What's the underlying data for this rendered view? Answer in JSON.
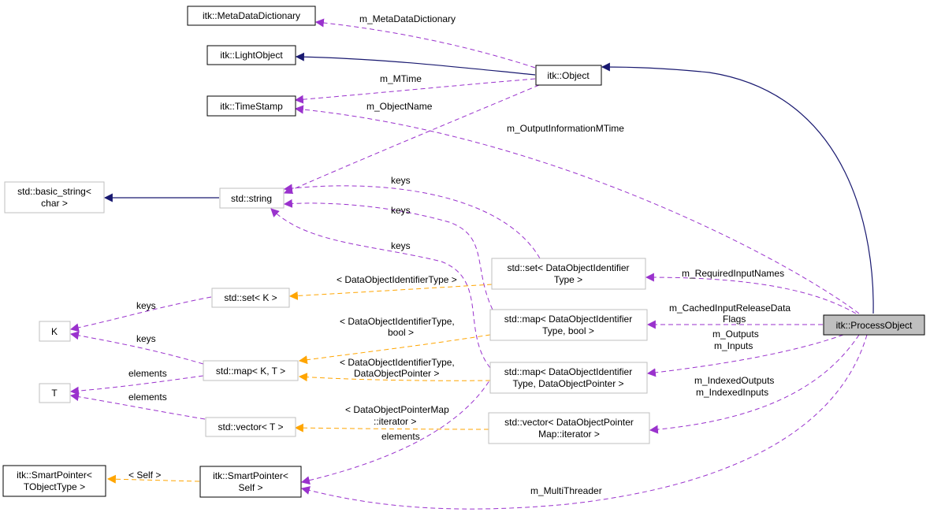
{
  "nodes": {
    "metadatadictionary": "itk::MetaDataDictionary",
    "lightobject": "itk::LightObject",
    "object": "itk::Object",
    "timestamp": "itk::TimeStamp",
    "basic_string_1": "std::basic_string<",
    "basic_string_2": "char >",
    "string": "std::string",
    "set_dataobjectid_1": "std::set< DataObjectIdentifier",
    "set_dataobjectid_2": "Type >",
    "set_k": "std::set< K >",
    "k": "K",
    "map_bool_1": "std::map< DataObjectIdentifier",
    "map_bool_2": "Type, bool >",
    "processobject": "itk::ProcessObject",
    "map_k_t": "std::map< K, T >",
    "t": "T",
    "map_ptr_1": "std::map< DataObjectIdentifier",
    "map_ptr_2": "Type, DataObjectPointer >",
    "vector_t": "std::vector< T >",
    "vector_iter_1": "std::vector< DataObjectPointer",
    "vector_iter_2": "Map::iterator >",
    "smartpointer_tobj_1": "itk::SmartPointer<",
    "smartpointer_tobj_2": "TObjectType >",
    "smartpointer_self_1": "itk::SmartPointer<",
    "smartpointer_self_2": "Self >"
  },
  "labels": {
    "m_metadatadictionary": "m_MetaDataDictionary",
    "m_mtime": "m_MTime",
    "m_objectname": "m_ObjectName",
    "m_outputinformationmtime": "m_OutputInformationMTime",
    "keys_1": "keys",
    "keys_2": "keys",
    "keys_3": "keys",
    "tmpl_set": "< DataObjectIdentifierType >",
    "m_requiredinputnames": "m_RequiredInputNames",
    "keys_k_set": "keys",
    "m_cached_1": "m_CachedInputReleaseData",
    "m_cached_2": "Flags",
    "tmpl_map_bool_1": "< DataObjectIdentifierType,",
    "tmpl_map_bool_2": "bool >",
    "keys_k_map": "keys",
    "m_outputs": "m_Outputs",
    "m_inputs": "m_Inputs",
    "tmpl_map_ptr_1": "< DataObjectIdentifierType,",
    "tmpl_map_ptr_2": "DataObjectPointer >",
    "elements_map": "elements",
    "m_indexedoutputs": "m_IndexedOutputs",
    "m_indexedinputs": "m_IndexedInputs",
    "elements_vector": "elements",
    "tmpl_vector_1": "< DataObjectPointerMap",
    "tmpl_vector_2": "::iterator >",
    "elements_self": "elements",
    "tmpl_self": "< Self >",
    "m_multithreader": "m_MultiThreader"
  },
  "colors": {
    "inheritance": "#191970",
    "usage": "#9a32cd",
    "template": "#ffa500",
    "focus_fill": "#bfbfbf"
  }
}
